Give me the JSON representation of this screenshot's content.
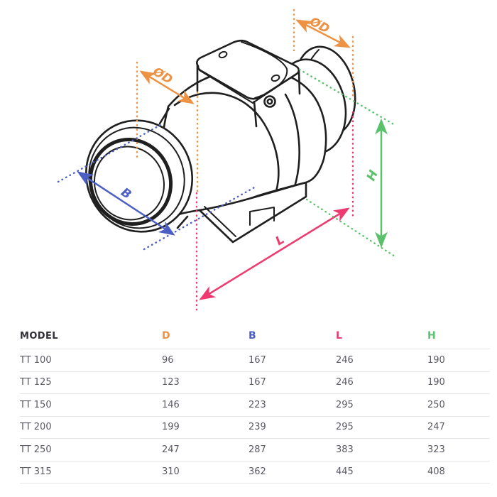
{
  "diagram": {
    "labels": {
      "d_left": "ØD",
      "d_right": "ØD",
      "b": "B",
      "l": "L",
      "h": "H"
    },
    "colors": {
      "orange": "#ED9243",
      "blue": "#4C5FC4",
      "pink": "#EE3A6F",
      "green": "#5BC16C",
      "ink": "#1F1F1F"
    },
    "subject": "inline-mixed-flow-duct-fan-technical-drawing"
  },
  "table": {
    "columns": [
      {
        "key": "model",
        "label": "MODEL",
        "color": "#2F2F37"
      },
      {
        "key": "d",
        "label": "D",
        "color": "#ED9243"
      },
      {
        "key": "b",
        "label": "B",
        "color": "#4C5FC4"
      },
      {
        "key": "l",
        "label": "L",
        "color": "#EE3A6F"
      },
      {
        "key": "h",
        "label": "H",
        "color": "#5BC16C"
      }
    ],
    "rows": [
      {
        "model": "TT 100",
        "d": "96",
        "b": "167",
        "l": "246",
        "h": "190"
      },
      {
        "model": "TT 125",
        "d": "123",
        "b": "167",
        "l": "246",
        "h": "190"
      },
      {
        "model": "TT 150",
        "d": "146",
        "b": "223",
        "l": "295",
        "h": "250"
      },
      {
        "model": "TT 200",
        "d": "199",
        "b": "239",
        "l": "295",
        "h": "247"
      },
      {
        "model": "TT 250",
        "d": "247",
        "b": "287",
        "l": "383",
        "h": "323"
      },
      {
        "model": "TT 315",
        "d": "310",
        "b": "362",
        "l": "445",
        "h": "408"
      }
    ]
  }
}
